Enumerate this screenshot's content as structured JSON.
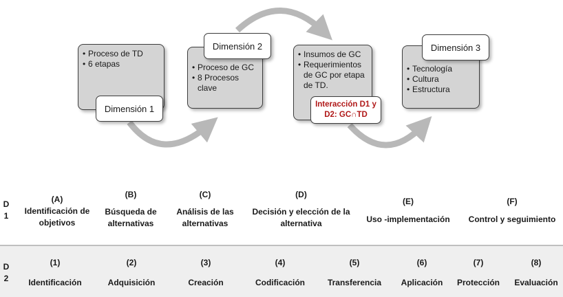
{
  "boxes": [
    {
      "bullets": [
        "Proceso de TD",
        "6 etapas"
      ],
      "label": "Dimensión 1"
    },
    {
      "bullets": [
        "Proceso de GC",
        "8 Procesos clave"
      ],
      "label": "Dimensión 2"
    },
    {
      "bullets": [
        "Insumos de GC",
        "Requerimientos de GC por etapa de TD."
      ],
      "label": "Interacción D1 y D2: GC∩TD"
    },
    {
      "bullets": [
        "Tecnología",
        "Cultura",
        "Estructura"
      ],
      "label": "Dimensión 3"
    }
  ],
  "d1": {
    "label_d": "D",
    "label_n": "1",
    "stages": [
      {
        "letter": "(A)",
        "name": "Identificación de objetivos"
      },
      {
        "letter": "(B)",
        "name": "Búsqueda de alternativas"
      },
      {
        "letter": "(C)",
        "name": "Análisis de las alternativas"
      },
      {
        "letter": "(D)",
        "name": "Decisión y elección de la alternativa"
      },
      {
        "letter": "(E)",
        "name": "Uso -implementación"
      },
      {
        "letter": "(F)",
        "name": "Control y seguimiento"
      }
    ]
  },
  "d2": {
    "label_d": "D",
    "label_n": "2",
    "processes": [
      {
        "num": "(1)",
        "name": "Identificación"
      },
      {
        "num": "(2)",
        "name": "Adquisición"
      },
      {
        "num": "(3)",
        "name": "Creación"
      },
      {
        "num": "(4)",
        "name": "Codificación"
      },
      {
        "num": "(5)",
        "name": "Transferencia"
      },
      {
        "num": "(6)",
        "name": "Aplicación"
      },
      {
        "num": "(7)",
        "name": "Protección"
      },
      {
        "num": "(8)",
        "name": "Evaluación"
      }
    ]
  },
  "colors": {
    "box_fill": "#d4d4d4",
    "arrow": "#b8b8b8",
    "interaction_text": "#b01818",
    "band": "#efefef"
  }
}
